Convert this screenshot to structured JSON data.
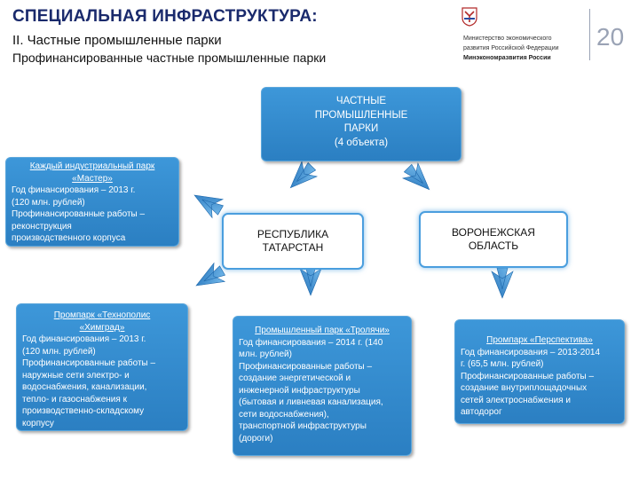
{
  "header": {
    "title": "СПЕЦИАЛЬНАЯ ИНФРАСТРУКТУРА:",
    "subtitle1": "II. Частные промышленные парки",
    "subtitle2": "Профинансированные частные промышленные парки"
  },
  "ministry": {
    "line1": "Министерство экономического",
    "line2": "развития Российской Федерации",
    "line3": "Минэкономразвития России"
  },
  "page_number": "20",
  "nodes": {
    "top": {
      "lines": [
        "ЧАСТНЫЕ",
        "ПРОМЫШЛЕННЫЕ",
        "ПАРКИ",
        "(4 объекта)"
      ]
    },
    "master": {
      "title": [
        "Каждый индустриальный парк",
        "«Мастер»"
      ],
      "lines": [
        "Год финансирования – 2013 г.",
        "(120 млн. рублей)",
        "Профинансированные работы –",
        "реконструкция",
        "производственного корпуса"
      ]
    },
    "himgrad": {
      "title": [
        "Промпарк «Технополис",
        "«Химград»"
      ],
      "lines": [
        "Год финансирования – 2013 г.",
        "(120 млн. рублей)",
        "Профинансированные работы –",
        "наружные сети электро- и",
        "водоснабжения, канализации,",
        "тепло- и газоснабжения к",
        "производственно-складскому",
        "корпусу"
      ]
    },
    "tatarstan": {
      "lines": [
        "РЕСПУБЛИКА",
        "ТАТАРСТАН"
      ]
    },
    "voronezh": {
      "lines": [
        "ВОРОНЕЖСКАЯ",
        "ОБЛАСТЬ"
      ]
    },
    "trolyachi": {
      "title": [
        "Промышленный парк «Тролячи»"
      ],
      "lines": [
        "Год финансирования – 2014 г. (140",
        "млн. рублей)",
        "Профинансированные работы –",
        "создание энергетической и",
        "инженерной инфраструктуры",
        "(бытовая и ливневая канализация,",
        "сети водоснабжения),",
        "транспортной инфраструктуры",
        "(дороги)"
      ]
    },
    "perspektiva": {
      "title": [
        "Промпарк «Перспектива»"
      ],
      "lines": [
        "Год финансирования – 2013-2014",
        "г. (65,5 млн. рублей)",
        "Профинансированные работы –",
        "создание внутриплощадочных",
        "сетей электроснабжения и",
        "автодорог"
      ]
    }
  },
  "colors": {
    "box_blue": "#3d97d9",
    "arrow_blue": "#2f86d0",
    "title_navy": "#1a2a6c"
  }
}
